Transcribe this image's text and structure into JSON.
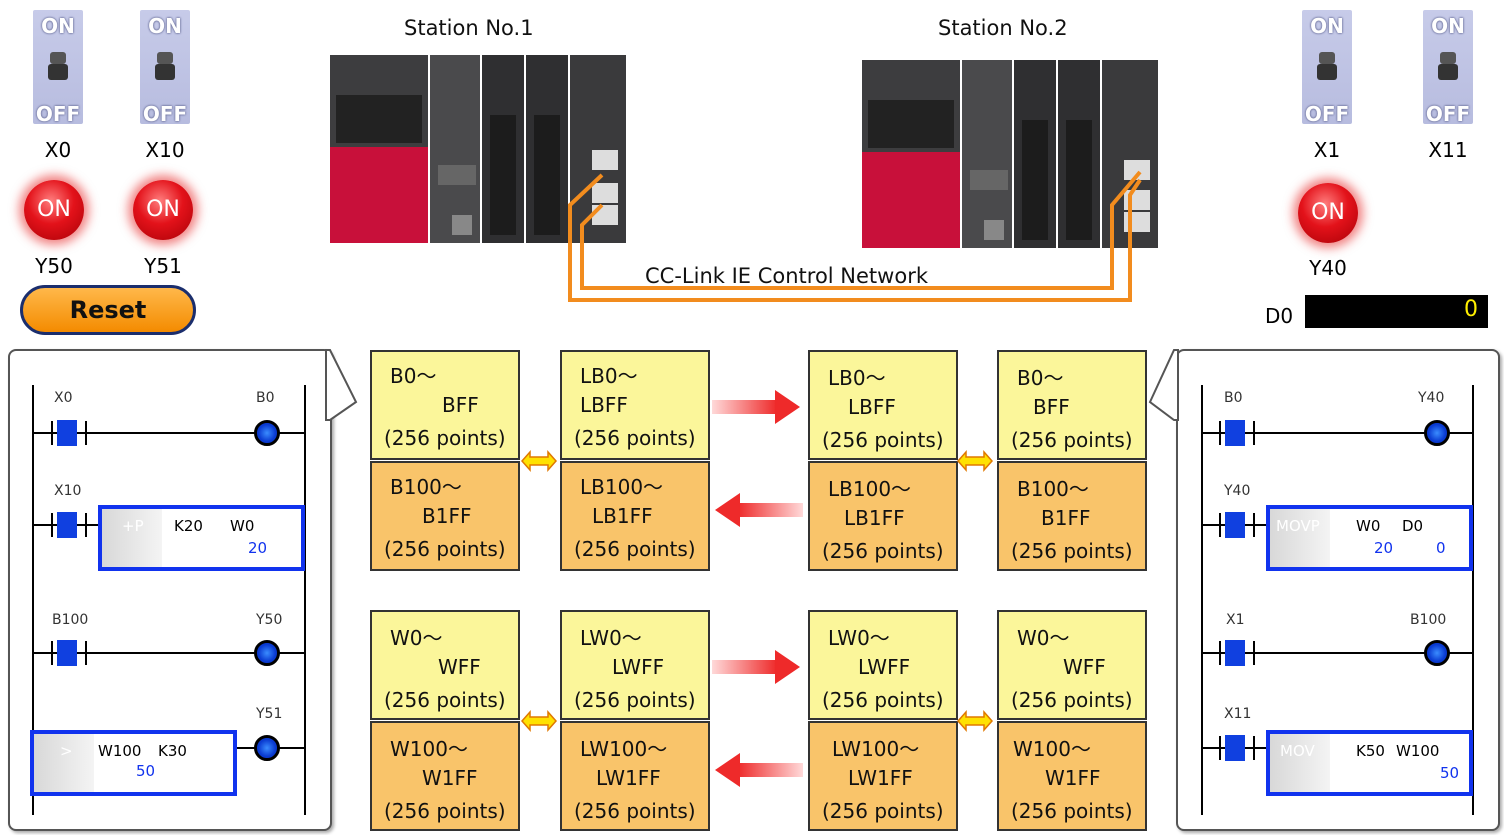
{
  "switches": [
    {
      "id": "X0",
      "label": "X0",
      "on": "ON",
      "off": "OFF"
    },
    {
      "id": "X10",
      "label": "X10",
      "on": "ON",
      "off": "OFF"
    },
    {
      "id": "X1",
      "label": "X1",
      "on": "ON",
      "off": "OFF"
    },
    {
      "id": "X11",
      "label": "X11",
      "on": "ON",
      "off": "OFF"
    }
  ],
  "lamps": [
    {
      "id": "Y50",
      "label": "Y50",
      "text": "ON"
    },
    {
      "id": "Y51",
      "label": "Y51",
      "text": "ON"
    },
    {
      "id": "Y40",
      "label": "Y40",
      "text": "ON"
    }
  ],
  "reset_label": "Reset",
  "stations": {
    "st1": "Station No.1",
    "st2": "Station No.2"
  },
  "network_label": "CC-Link IE Control Network",
  "d0": {
    "label": "D0",
    "value": "0"
  },
  "left_ladder": {
    "r1_contact": "X0",
    "r1_coil": "B0",
    "r2_contact": "X10",
    "r2_op": "+P",
    "r2_a": "K20",
    "r2_b": "W0",
    "r2_val": "20",
    "r3_contact": "B100",
    "r3_coil": "Y50",
    "r4_coil": "Y51",
    "r4_op": ">",
    "r4_a": "W100",
    "r4_b": "K30",
    "r4_val": "50"
  },
  "right_ladder": {
    "r1_contact": "B0",
    "r1_coil": "Y40",
    "r2_contact": "Y40",
    "r2_op": "MOVP",
    "r2_a": "W0",
    "r2_b": "D0",
    "r2_val_a": "20",
    "r2_val_b": "0",
    "r3_contact": "X1",
    "r3_coil": "B100",
    "r4_contact": "X11",
    "r4_op": "MOV",
    "r4_a": "K50",
    "r4_b": "W100",
    "r4_val": "50"
  },
  "memory": {
    "b1": {
      "l1": "B0～",
      "l2": "BFF",
      "l3": "(256 points)"
    },
    "b2": {
      "l1": "B100～",
      "l2": "B1FF",
      "l3": "(256 points)"
    },
    "lb1": {
      "l1": "LB0～",
      "l2": "LBFF",
      "l3": "(256 points)"
    },
    "lb2": {
      "l1": "LB100～",
      "l2": "LB1FF",
      "l3": "(256 points)"
    },
    "lb3": {
      "l1": "LB0～",
      "l2": "LBFF",
      "l3": "(256 points)"
    },
    "lb4": {
      "l1": "LB100～",
      "l2": "LB1FF",
      "l3": "(256 points)"
    },
    "b3": {
      "l1": "B0～",
      "l2": "BFF",
      "l3": "(256 points)"
    },
    "b4": {
      "l1": "B100～",
      "l2": "B1FF",
      "l3": "(256 points)"
    },
    "w1": {
      "l1": "W0～",
      "l2": "WFF",
      "l3": "(256 points)"
    },
    "w2": {
      "l1": "W100～",
      "l2": "W1FF",
      "l3": "(256 points)"
    },
    "lw1": {
      "l1": "LW0～",
      "l2": "LWFF",
      "l3": "(256 points)"
    },
    "lw2": {
      "l1": "LW100～",
      "l2": "LW1FF",
      "l3": "(256 points)"
    },
    "lw3": {
      "l1": "LW0～",
      "l2": "LWFF",
      "l3": "(256 points)"
    },
    "lw4": {
      "l1": "LW100～",
      "l2": "LW1FF",
      "l3": "(256 points)"
    },
    "w3": {
      "l1": "W0～",
      "l2": "WFF",
      "l3": "(256 points)"
    },
    "w4": {
      "l1": "W100～",
      "l2": "W1FF",
      "l3": "(256 points)"
    }
  },
  "colors": {
    "accent_blue": "#1133ee",
    "lamp_red": "#e3121a",
    "cable_orange": "#f28c1e",
    "mem_yellow": "#fbf69a",
    "mem_orange": "#f9c46a"
  }
}
